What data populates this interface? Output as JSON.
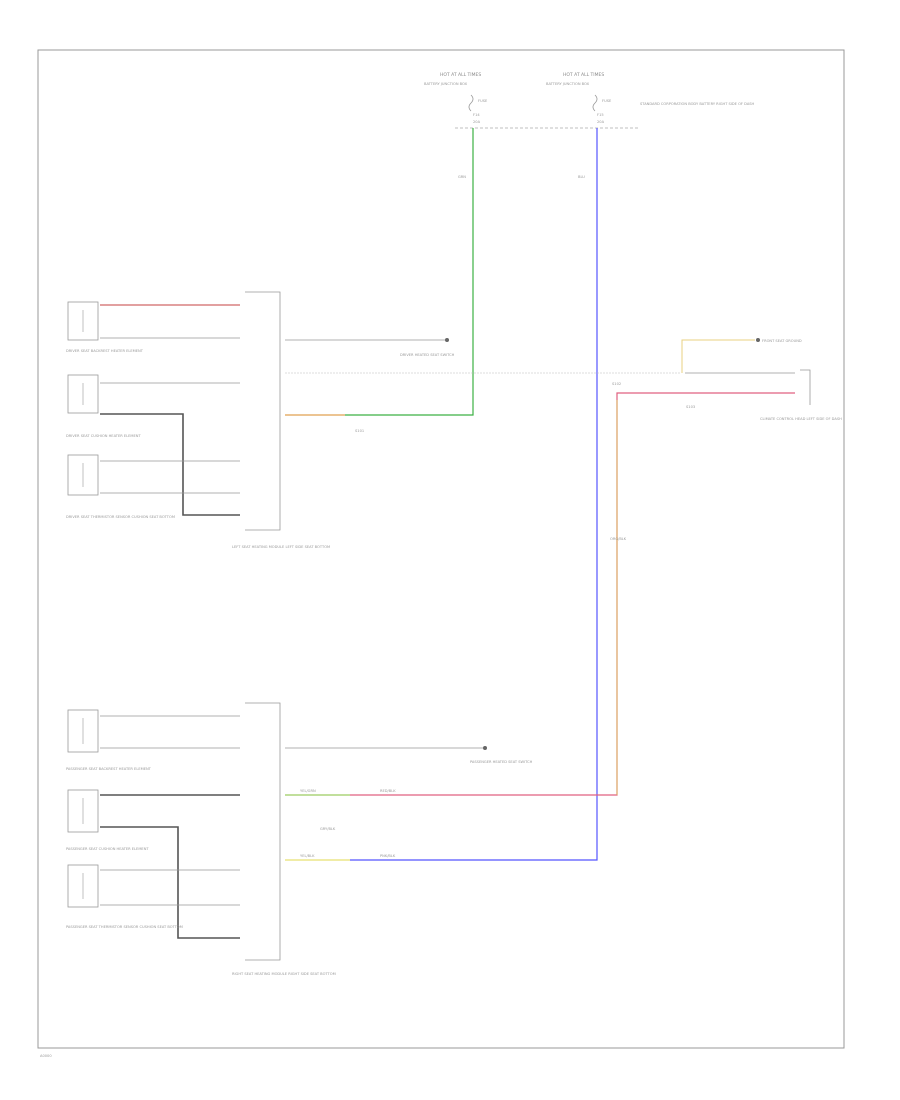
{
  "diagram": {
    "fuse_left_header": "HOT AT ALL TIMES",
    "fuse_left_sub": "BATTERY JUNCTION BOX",
    "fuse_left_label": "FUSE",
    "fuse_left_amp": "F14",
    "fuse_left_rating": "20A",
    "fuse_right_header": "HOT AT ALL TIMES",
    "fuse_right_sub": "BATTERY JUNCTION BOX",
    "fuse_right_label": "FUSE",
    "fuse_right_amp": "F15",
    "fuse_right_rating": "20A",
    "fuse_right_note": "STANDARD CORPORATION BODY BATTERY RIGHT SIDE OF DASH",
    "wire_green_label": "GRN",
    "wire_blue_label": "BLU",
    "driver_seat_backrest_switch": "DRIVER SEAT BACKREST HEATER ELEMENT",
    "driver_seat_cushion_switch": "DRIVER SEAT CUSHION HEATER ELEMENT",
    "driver_seat_thermistor": "DRIVER SEAT THERMISTOR SENSOR CUSHION SEAT BOTTOM",
    "left_module": "LEFT SEAT HEATING MODULE LEFT SIDE SEAT BOTTOM",
    "pass_seat_backrest_switch": "PASSENGER SEAT BACKREST HEATER ELEMENT",
    "pass_seat_cushion_switch": "PASSENGER SEAT CUSHION HEATER ELEMENT",
    "pass_seat_thermistor": "PASSENGER SEAT THERMISTOR SENSOR CUSHION SEAT BOTTOM",
    "right_module": "RIGHT SEAT HEATING MODULE RIGHT SIDE SEAT BOTTOM",
    "climate_module": "CLIMATE CONTROL HEAD LEFT SIDE OF DASH",
    "ground_note": "FRONT SEAT GROUND",
    "driver_switch": "DRIVER HEATED SEAT SWITCH",
    "passenger_switch": "PASSENGER HEATED SEAT SWITCH",
    "splice_left": "S101",
    "splice_mid": "S102",
    "splice_right": "S103",
    "wire_bottom_ylw": "YEL/BLK",
    "wire_bottom_pnk": "PNK/BLK",
    "wire_yel_grn": "YEL/GRN",
    "wire_red_blk": "RED/BLK",
    "wire_gry": "GRY/BLK",
    "wire_vert_label": "ORG/BLK",
    "footer": "A0000"
  }
}
